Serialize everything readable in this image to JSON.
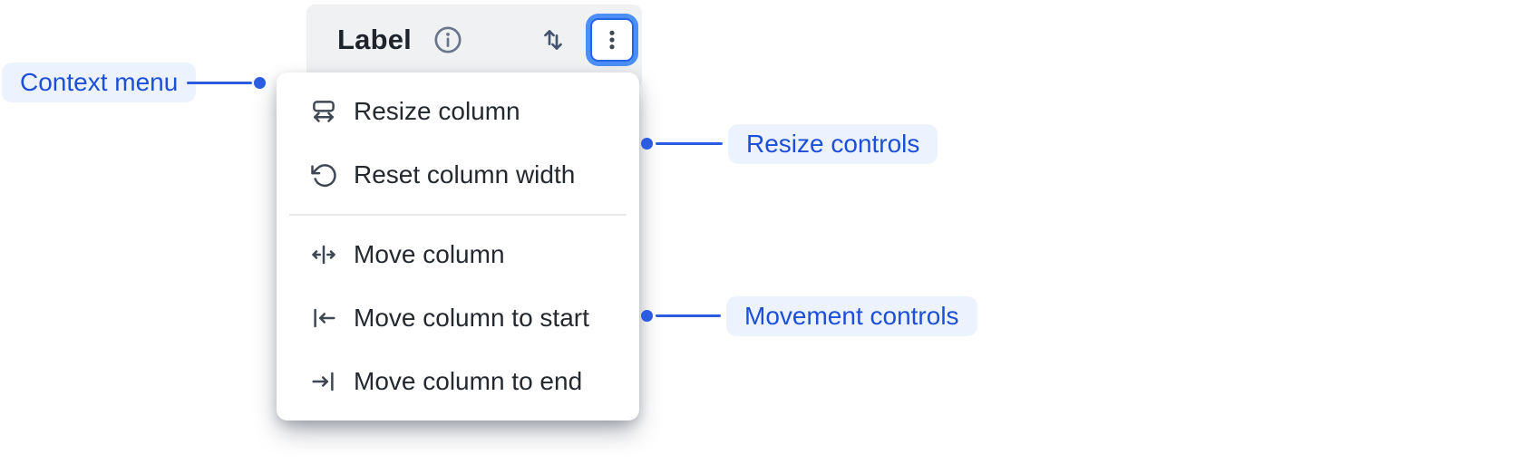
{
  "header": {
    "label": "Label",
    "icons": [
      "info-icon",
      "sort-icon",
      "more-vertical-icon"
    ]
  },
  "menu": {
    "items": [
      {
        "id": "resize-column",
        "label": "Resize column",
        "icon": "resize-column-icon",
        "group": "resize"
      },
      {
        "id": "reset-column-width",
        "label": "Reset column width",
        "icon": "rotate-ccw-icon",
        "group": "resize"
      },
      {
        "id": "move-column",
        "label": "Move column",
        "icon": "move-horizontal-icon",
        "group": "movement"
      },
      {
        "id": "move-column-to-start",
        "label": "Move column to start",
        "icon": "arrow-to-start-icon",
        "group": "movement"
      },
      {
        "id": "move-column-to-end",
        "label": "Move column to end",
        "icon": "arrow-to-end-icon",
        "group": "movement"
      }
    ]
  },
  "annotations": [
    {
      "id": "context-menu-note",
      "label": "Context menu"
    },
    {
      "id": "resize-controls-note",
      "label": "Resize controls"
    },
    {
      "id": "movement-controls-note",
      "label": "Movement controls"
    }
  ],
  "colors": {
    "accent_blue": "#2a5be0",
    "annotation_text": "#1d4fd8",
    "annotation_bg": "#ecf3fe",
    "focus_ring_outer": "#4c8ff7",
    "focus_ring_border": "#2563eb",
    "header_bg": "#f0f1f3",
    "menu_bg": "#ffffff",
    "menu_text": "#24292f",
    "icon_gray": "#3e4753",
    "divider": "#e7e8ec"
  }
}
